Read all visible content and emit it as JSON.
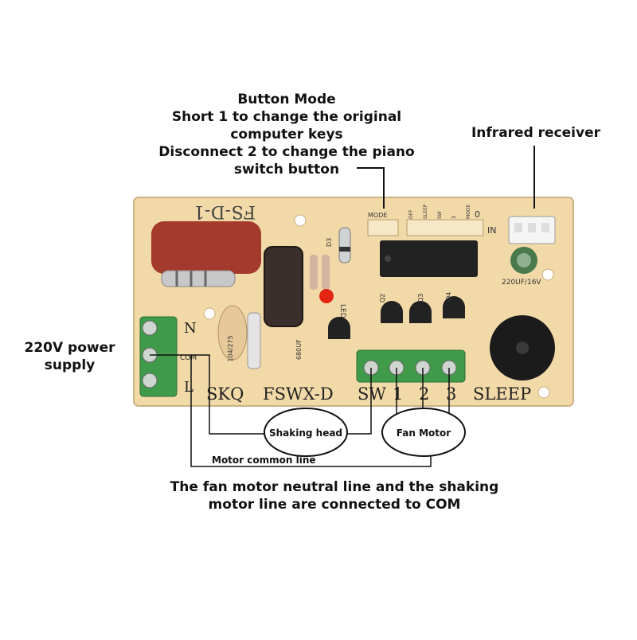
{
  "annotations": {
    "button_mode": [
      "Button Mode",
      "Short 1 to change the original",
      "computer keys",
      "Disconnect 2 to change the piano",
      "switch button"
    ],
    "infrared_receiver": "Infrared receiver",
    "power_supply": [
      "220V power",
      "supply"
    ],
    "shaking_head": "Shaking head",
    "fan_motor": "Fan Motor",
    "motor_common_line": "Motor common line",
    "bottom_note": [
      "The fan motor neutral line and the shaking",
      "motor line are connected to COM"
    ]
  },
  "board": {
    "model_top": "FS-D-1",
    "silkscreen_left": "SKQ",
    "silkscreen_model": "FSWX-D",
    "terminal_labels": [
      "SW",
      "1",
      "2",
      "3"
    ],
    "sleep": "SLEEP",
    "power_terminals": [
      "N",
      "COM",
      "L"
    ],
    "mode": "MODE",
    "in_label": "IN",
    "zero_label": "0",
    "header_labels": [
      "OFF",
      "SLEEP",
      "SW",
      "3",
      "MODE"
    ],
    "cap_small": "220UF/16V",
    "cap_big": "680UF",
    "cap_film": "104/275",
    "led": "LED",
    "diode": "D3",
    "transistors": [
      "Q2",
      "Q3",
      "Q4"
    ]
  },
  "colors": {
    "pcb": "#f2d9a8",
    "terminal_green": "#3f9a4a",
    "film_cap": "#a33a2c",
    "electrolytic": "#3b2f2c",
    "chip": "#222222",
    "buzzer": "#1b1b1b"
  }
}
